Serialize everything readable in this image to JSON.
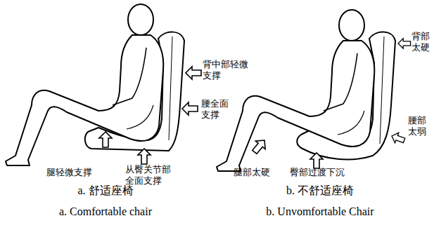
{
  "diagram": {
    "labels": [
      "背中部轻微支撑",
      "腰全面支撑",
      "腿轻微支撑",
      "从臀关节部全面支撑",
      "背部太硬",
      "腰部太弱",
      "腿部太硬",
      "臀部过渡下沉",
      "a. 舒适座椅",
      "b. 不舒适座椅",
      "a. Comfortable chair",
      "b. Unvomfortable Chair"
    ]
  }
}
